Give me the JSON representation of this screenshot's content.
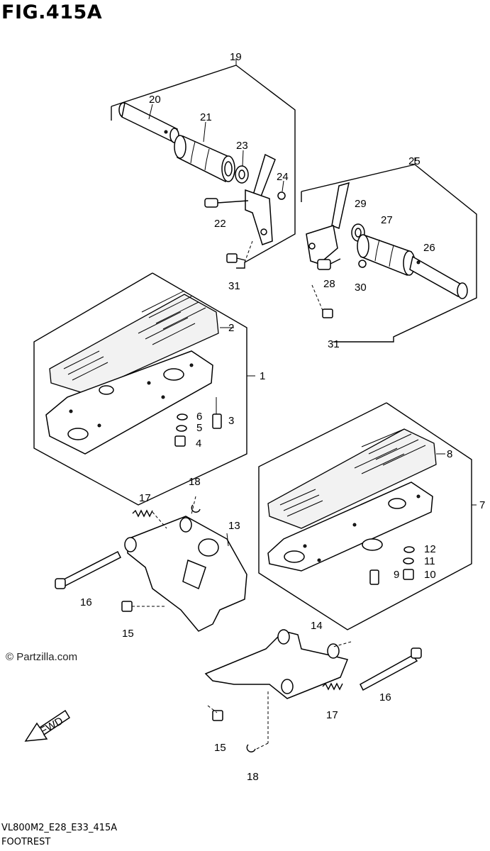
{
  "figure": {
    "title": "FIG.415A",
    "model_code": "VL800M2_E28_E33_415A",
    "name": "FOOTREST",
    "watermark": "© Partzilla.com",
    "fwd_label": "FWD"
  },
  "callouts": [
    {
      "id": "c1",
      "text": "1"
    },
    {
      "id": "c2",
      "text": "2"
    },
    {
      "id": "c3",
      "text": "3"
    },
    {
      "id": "c4",
      "text": "4"
    },
    {
      "id": "c5",
      "text": "5"
    },
    {
      "id": "c6",
      "text": "6"
    },
    {
      "id": "c7",
      "text": "7"
    },
    {
      "id": "c8",
      "text": "8"
    },
    {
      "id": "c9",
      "text": "9"
    },
    {
      "id": "c10",
      "text": "10"
    },
    {
      "id": "c11",
      "text": "11"
    },
    {
      "id": "c12",
      "text": "12"
    },
    {
      "id": "c13",
      "text": "13"
    },
    {
      "id": "c14",
      "text": "14"
    },
    {
      "id": "c15a",
      "text": "15"
    },
    {
      "id": "c15b",
      "text": "15"
    },
    {
      "id": "c16a",
      "text": "16"
    },
    {
      "id": "c16b",
      "text": "16"
    },
    {
      "id": "c17a",
      "text": "17"
    },
    {
      "id": "c17b",
      "text": "17"
    },
    {
      "id": "c18a",
      "text": "18"
    },
    {
      "id": "c18b",
      "text": "18"
    },
    {
      "id": "c19",
      "text": "19"
    },
    {
      "id": "c20",
      "text": "20"
    },
    {
      "id": "c21",
      "text": "21"
    },
    {
      "id": "c22",
      "text": "22"
    },
    {
      "id": "c23",
      "text": "23"
    },
    {
      "id": "c24",
      "text": "24"
    },
    {
      "id": "c25",
      "text": "25"
    },
    {
      "id": "c26",
      "text": "26"
    },
    {
      "id": "c27",
      "text": "27"
    },
    {
      "id": "c28",
      "text": "28"
    },
    {
      "id": "c29",
      "text": "29"
    },
    {
      "id": "c30",
      "text": "30"
    },
    {
      "id": "c31a",
      "text": "31"
    },
    {
      "id": "c31b",
      "text": "31"
    }
  ]
}
